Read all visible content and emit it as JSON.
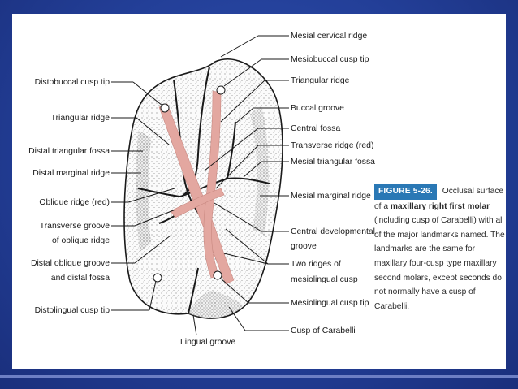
{
  "labels": {
    "left": [
      "Distobuccal cusp tip",
      "Triangular ridge",
      "Distal triangular fossa",
      "Distal marginal ridge",
      "Oblique ridge (red)",
      "Transverse groove",
      "of oblique ridge",
      "Distal oblique groove",
      "and distal fossa",
      "Distolingual cusp tip"
    ],
    "right": [
      "Mesial cervical ridge",
      "Mesiobuccal cusp tip",
      "Triangular ridge",
      "Buccal groove",
      "Central fossa",
      "Transverse ridge (red)",
      "Mesial triangular fossa",
      "Mesial marginal ridge",
      "Central developmental",
      "groove",
      "Two ridges of",
      "mesiolingual cusp",
      "Mesiolingual cusp tip",
      "Cusp of Carabelli"
    ],
    "bottom": "Lingual groove"
  },
  "caption": {
    "figure": "FIGURE 5-26.",
    "lead": "Occlusal surface of a",
    "tooth": "maxillary right first molar",
    "rest": "(including cusp of Carabelli) with all of the major landmarks named. The landmarks are the same for maxillary four-cusp type maxillary second molars, except seconds do not normally have a cusp of Carabelli."
  },
  "colors": {
    "background": "#233f98",
    "slide": "#ffffff",
    "ridge_red": "#e3a7a0",
    "figure_tag": "#2a78b5"
  }
}
